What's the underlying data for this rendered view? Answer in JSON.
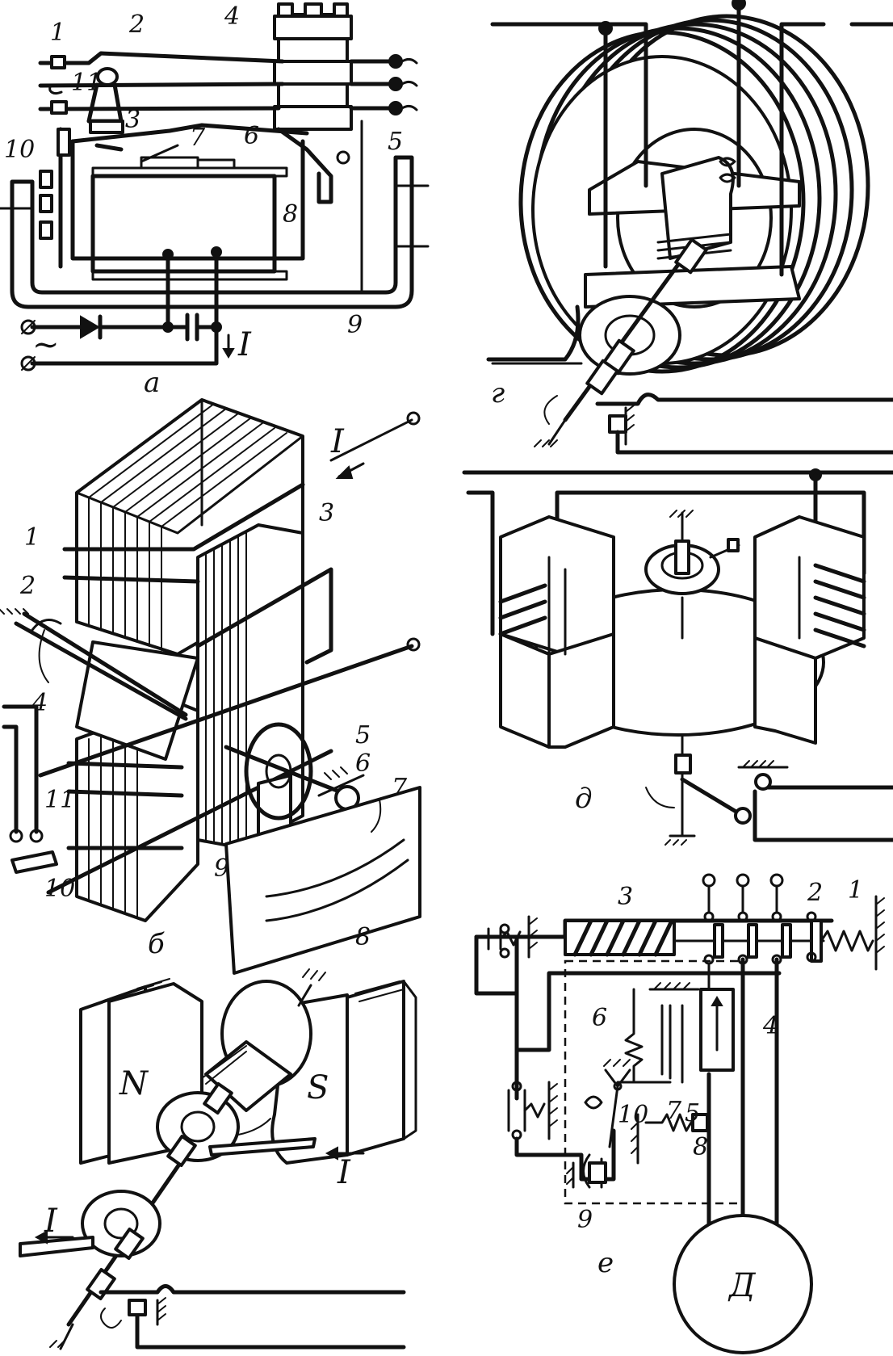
{
  "panels": {
    "a": {
      "caption": "а",
      "labels": [
        "1",
        "2",
        "4",
        "11",
        "3",
        "7",
        "6",
        "5",
        "10",
        "8",
        "9"
      ],
      "current": "I",
      "ac_symbol": "~"
    },
    "b": {
      "caption": "б",
      "labels": [
        "1",
        "2",
        "3",
        "4",
        "5",
        "6",
        "7",
        "8",
        "9",
        "10",
        "11"
      ],
      "current": "I"
    },
    "c": {
      "pole_n": "N",
      "pole_s": "S",
      "current_in": "I",
      "current_out": "I"
    },
    "d": {
      "caption": "г"
    },
    "e": {
      "caption": "д"
    },
    "f": {
      "caption": "е",
      "labels": [
        "3",
        "2",
        "1",
        "4",
        "6",
        "7",
        "5",
        "10",
        "8",
        "9"
      ],
      "motor": "Д"
    }
  }
}
